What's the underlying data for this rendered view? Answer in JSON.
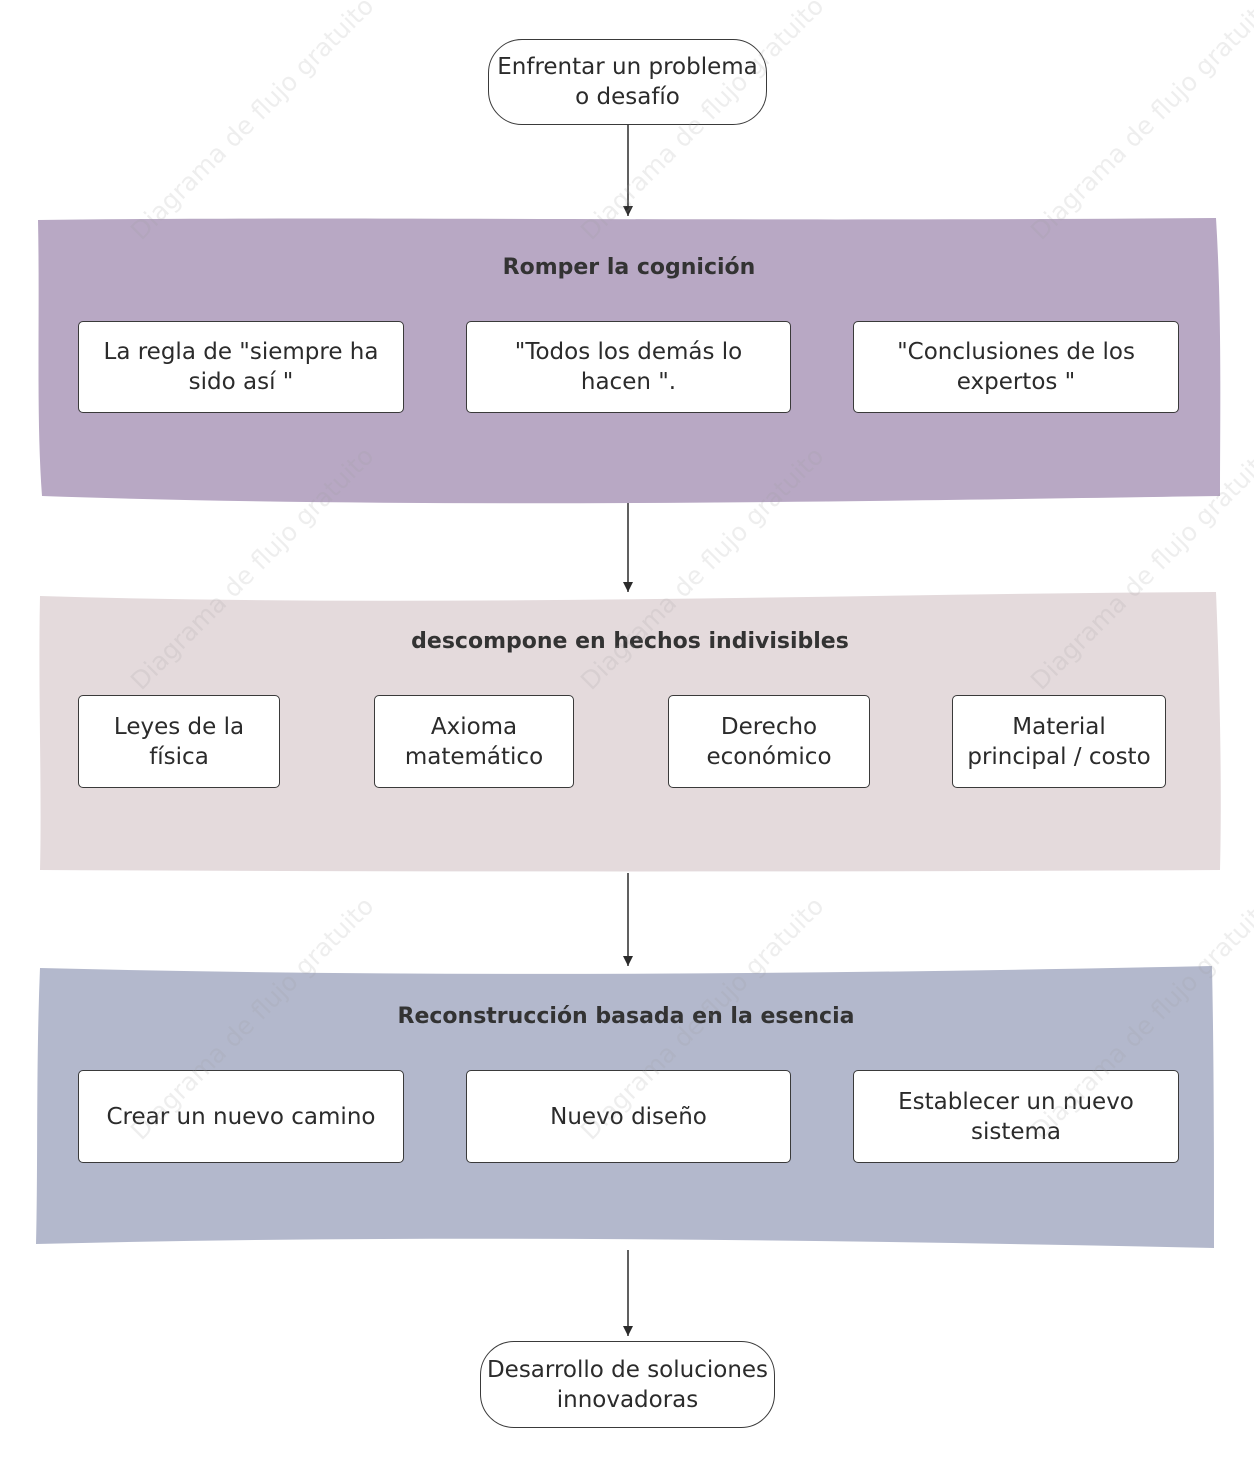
{
  "start": {
    "label": "Enfrentar un problema o desafío"
  },
  "stages": [
    {
      "title": "Romper la cognición",
      "color": "#b8a8c4",
      "items": [
        "La regla de \"siempre ha sido así \"",
        "\"Todos los demás lo hacen \".",
        "\"Conclusiones de los expertos \""
      ]
    },
    {
      "title": "descompone en hechos indivisibles",
      "color": "#e4dadc",
      "items": [
        "Leyes de la física",
        "Axioma matemático",
        "Derecho económico",
        "Material principal / costo"
      ]
    },
    {
      "title": "Reconstrucción basada en la esencia",
      "color": "#b3b8cc",
      "items": [
        "Crear un nuevo camino",
        "Nuevo diseño",
        "Establecer un nuevo sistema"
      ]
    }
  ],
  "end": {
    "label": "Desarrollo de soluciones innovadoras"
  },
  "watermark": "Diagrama de flujo gratuito"
}
